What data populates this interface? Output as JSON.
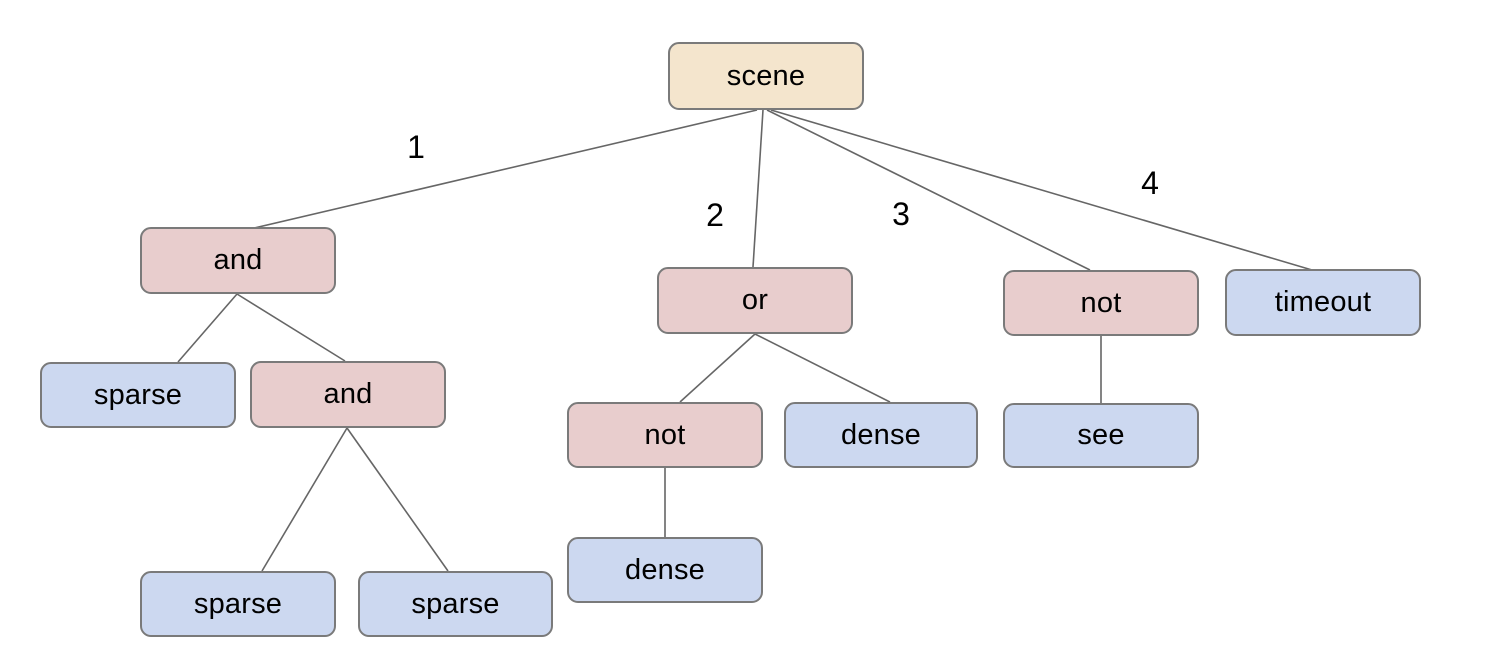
{
  "tree": {
    "label": "scene",
    "children": [
      {
        "edge": "1",
        "label": "and",
        "children": [
          {
            "label": "sparse"
          },
          {
            "label": "and",
            "children": [
              {
                "label": "sparse"
              },
              {
                "label": "sparse"
              }
            ]
          }
        ]
      },
      {
        "edge": "2",
        "label": "or",
        "children": [
          {
            "label": "not",
            "children": [
              {
                "label": "dense"
              }
            ]
          },
          {
            "label": "dense"
          }
        ]
      },
      {
        "edge": "3",
        "label": "not",
        "children": [
          {
            "label": "see"
          }
        ]
      },
      {
        "edge": "4",
        "label": "timeout"
      }
    ]
  },
  "colors": {
    "root_fill": "#f4e5cd",
    "operator_fill": "#e8cdcd",
    "leaf_fill": "#ccd8f0",
    "node_border": "#7a7a7a",
    "edge_line": "#666666",
    "text": "#000000",
    "background": "#ffffff"
  }
}
